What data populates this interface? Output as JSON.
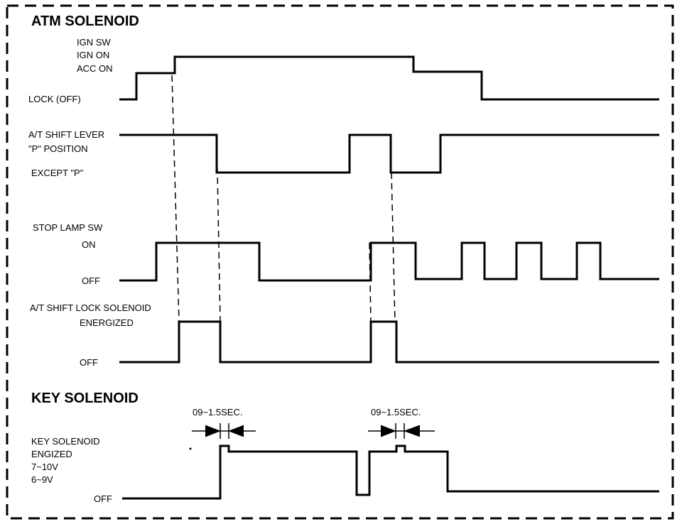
{
  "sections": {
    "atm": "ATM SOLENOID",
    "key": "KEY SOLENOID"
  },
  "ign": {
    "line1": "IGN SW",
    "line2": "IGN ON",
    "line3": "ACC ON",
    "line4": "LOCK (OFF)"
  },
  "shift": {
    "line1": "A/T SHIFT LEVER",
    "line2": "\"P\" POSITION",
    "line3": "EXCEPT \"P\""
  },
  "stop": {
    "title": "STOP LAMP SW",
    "on": "ON",
    "off": "OFF"
  },
  "lock_solenoid": {
    "title": "A/T SHIFT LOCK SOLENOID",
    "energized": "ENERGIZED",
    "off": "OFF"
  },
  "key_solenoid": {
    "line1": "KEY SOLENOID",
    "line2": "ENGIZED",
    "line3": "7~10V",
    "line4": "6~9V",
    "off": "OFF"
  },
  "timing": {
    "left": "09~1.5SEC.",
    "right": "09~1.5SEC."
  }
}
